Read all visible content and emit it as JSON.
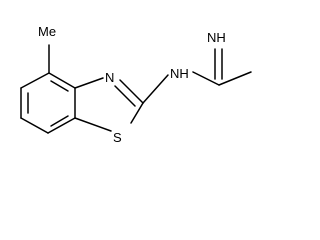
{
  "molecule": {
    "atom_labels": {
      "methyl": "Me",
      "ring_nitrogen": "N",
      "ring_sulfur": "S",
      "amine_nh": "NH",
      "imine_nh": "NH"
    }
  }
}
